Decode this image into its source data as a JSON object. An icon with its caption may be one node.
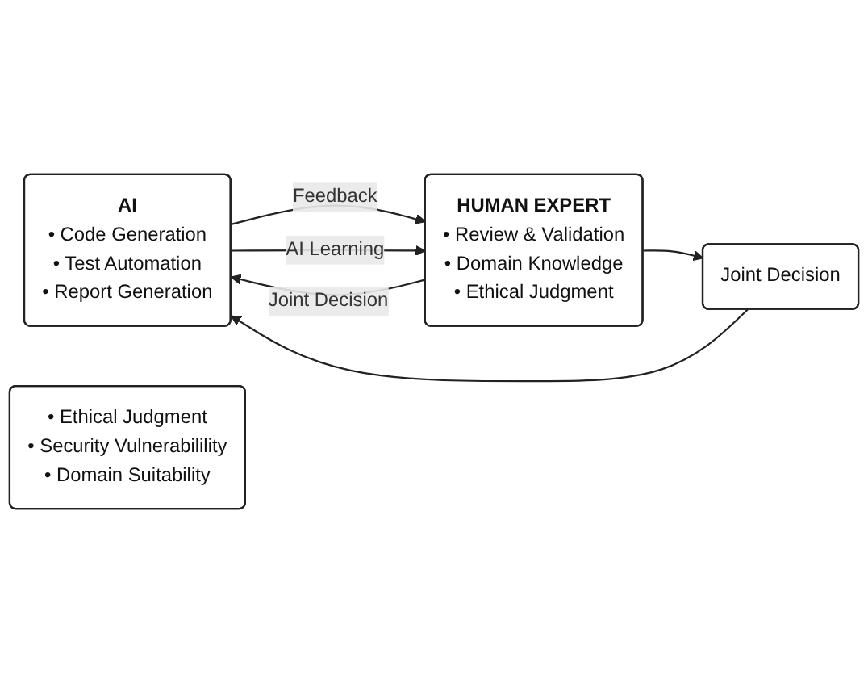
{
  "diagram": {
    "nodes": [
      {
        "text": [
          "AI",
          "• Code Generation • Test Automation • Report Generation"
        ]
      },
      {
        "text": [
          "HUMAN EXPERT",
          "• Review & Validation • Domain Knowledge • Ethical Judgment"
        ]
      },
      {
        "text": [
          "• Ethical Judgment • Security Vulnerabilility • Domain Suitability"
        ]
      },
      {
        "text": [
          "Joint Decision"
        ]
      }
    ],
    "edges": [
      {
        "from": 0,
        "to": 1,
        "arrow": "to",
        "label": "Feedback"
      },
      {
        "from": 1,
        "to": 3,
        "arrow": "to"
      },
      {
        "from": 3,
        "to": 0,
        "arrow": "to"
      },
      {
        "from": 0,
        "to": 1,
        "arrow": "to",
        "label": "AI Learning"
      },
      {
        "from": 1,
        "to": 0,
        "arrow": "to",
        "label": "Joint Decision"
      }
    ]
  }
}
